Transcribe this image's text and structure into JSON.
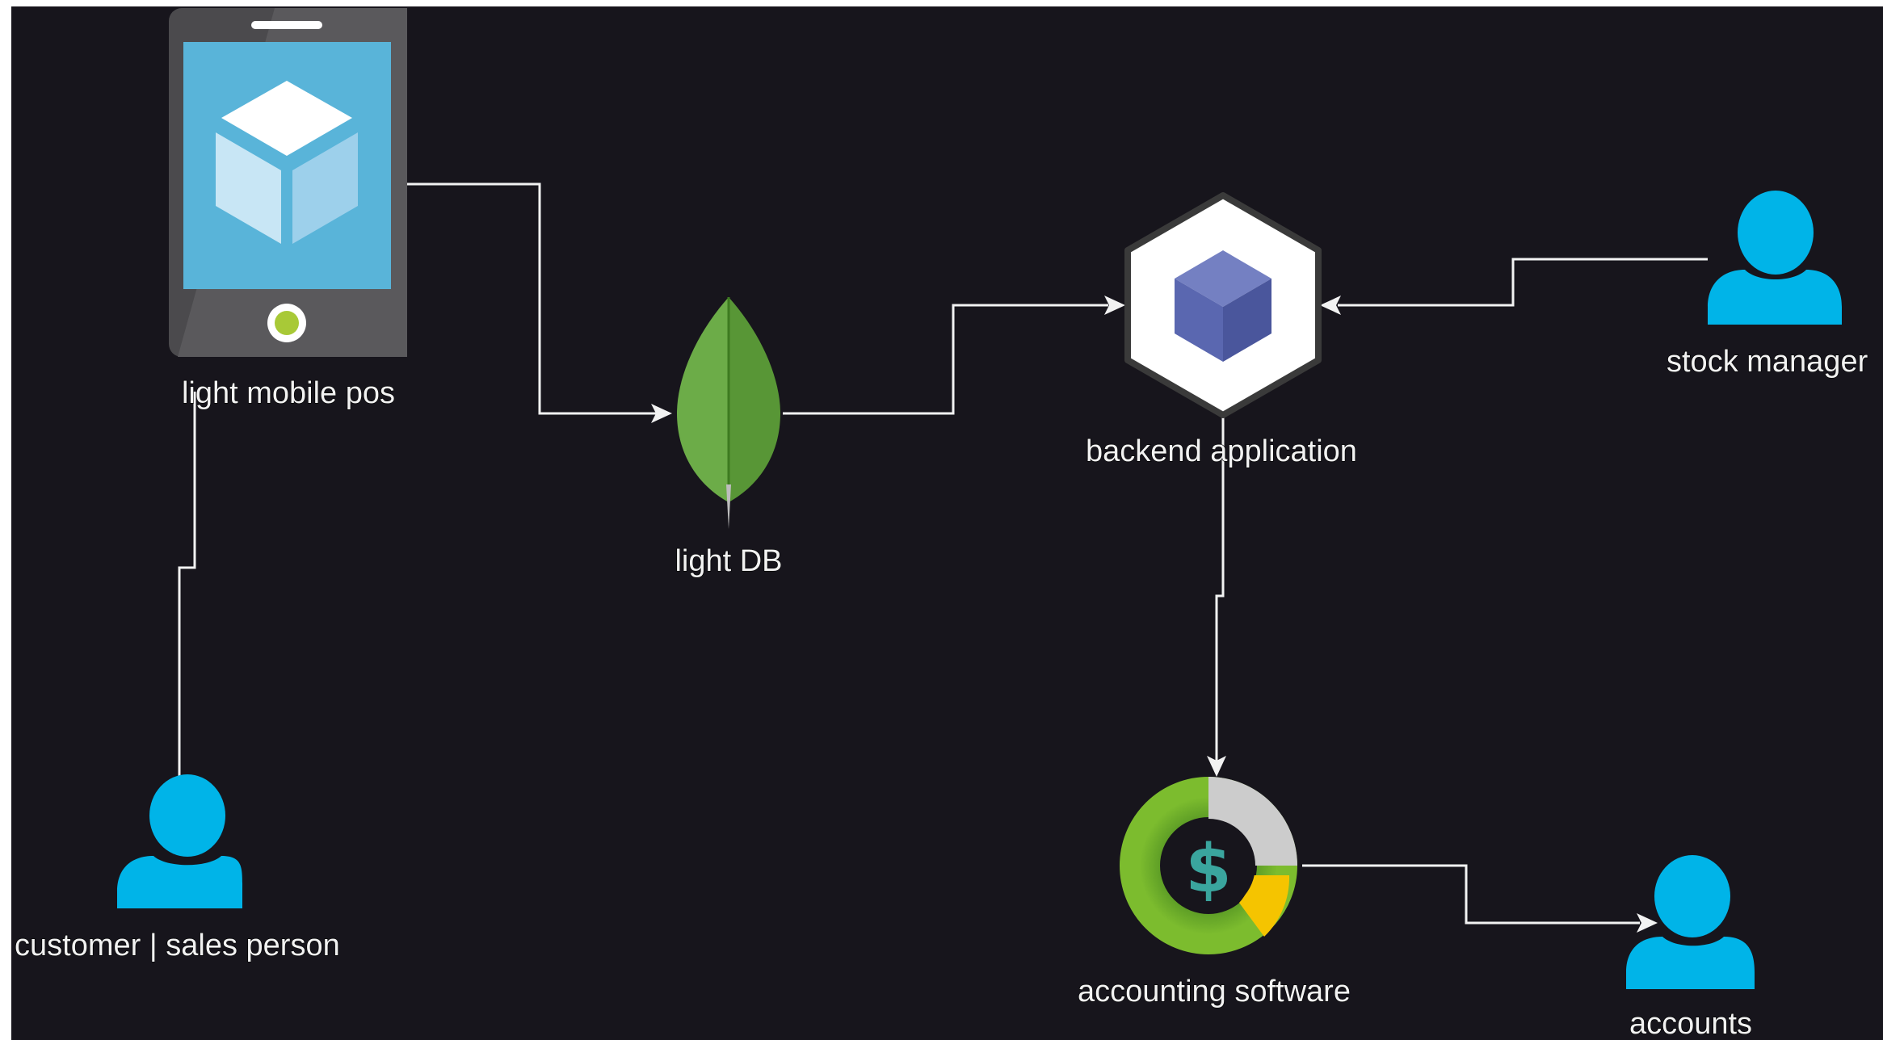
{
  "diagram": {
    "background_color": "#17151c",
    "line_color": "#f2f2f2",
    "nodes": [
      {
        "id": "mobile-pos",
        "icon": "mobile-device-icon",
        "label": "light mobile pos"
      },
      {
        "id": "light-db",
        "icon": "mongodb-leaf-icon",
        "label": "light DB"
      },
      {
        "id": "backend",
        "icon": "hexagon-cube-icon",
        "label": "backend application"
      },
      {
        "id": "stock-manager",
        "icon": "user-icon",
        "label": "stock manager"
      },
      {
        "id": "customer",
        "icon": "user-icon",
        "label": "customer | sales person"
      },
      {
        "id": "accounting",
        "icon": "accounting-donut-icon",
        "label": "accounting software"
      },
      {
        "id": "accounts",
        "icon": "user-icon",
        "label": "accounts"
      }
    ],
    "edges": [
      {
        "from": "customer",
        "to": "mobile-pos",
        "arrow": false
      },
      {
        "from": "mobile-pos",
        "to": "light-db",
        "arrow": true
      },
      {
        "from": "light-db",
        "to": "backend",
        "arrow": true
      },
      {
        "from": "stock-manager",
        "to": "backend",
        "arrow": true
      },
      {
        "from": "backend",
        "to": "accounting",
        "arrow": true
      },
      {
        "from": "accounting",
        "to": "accounts",
        "arrow": true
      }
    ],
    "colors": {
      "user": "#00b4e8",
      "device_body": "#4b4a4d",
      "device_screen": "#59b4d9",
      "leaf_light": "#6cac48",
      "leaf_dark": "#589636",
      "hexagon_cube": "#5a67b0",
      "donut_green": "#5c9e2a",
      "donut_yellow": "#f5c400",
      "donut_gray": "#cccccc",
      "dollar": "#3aa59e"
    }
  }
}
